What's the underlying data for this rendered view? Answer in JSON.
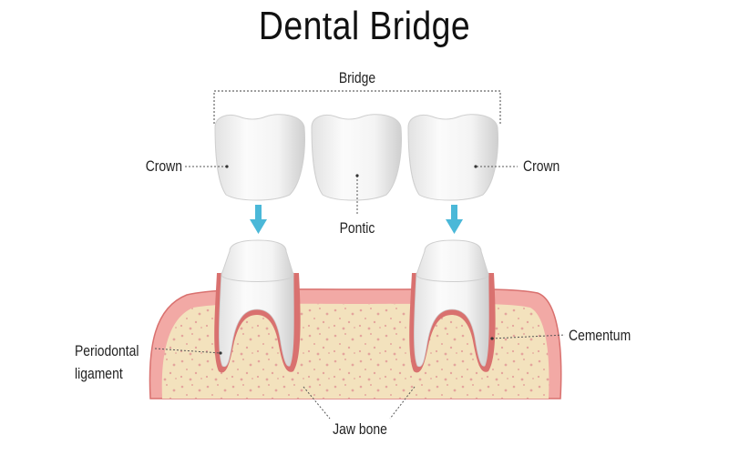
{
  "title": "Dental Bridge",
  "labels": {
    "bridge": "Bridge",
    "crown_left": "Crown",
    "crown_right": "Crown",
    "pontic": "Pontic",
    "periodontal_ligament_line1": "Periodontal",
    "periodontal_ligament_line2": "ligament",
    "cementum": "Cementum",
    "jaw_bone": "Jaw bone"
  },
  "colors": {
    "tooth": "#f6f6f6",
    "tooth_shadow": "#d6d6d6",
    "gum": "#f2a9a5",
    "gum_edge": "#d9716f",
    "bone": "#f3e2bd",
    "bone_dots": "#e4a59d",
    "arrow": "#4bb8d8",
    "leader": "#555555"
  }
}
